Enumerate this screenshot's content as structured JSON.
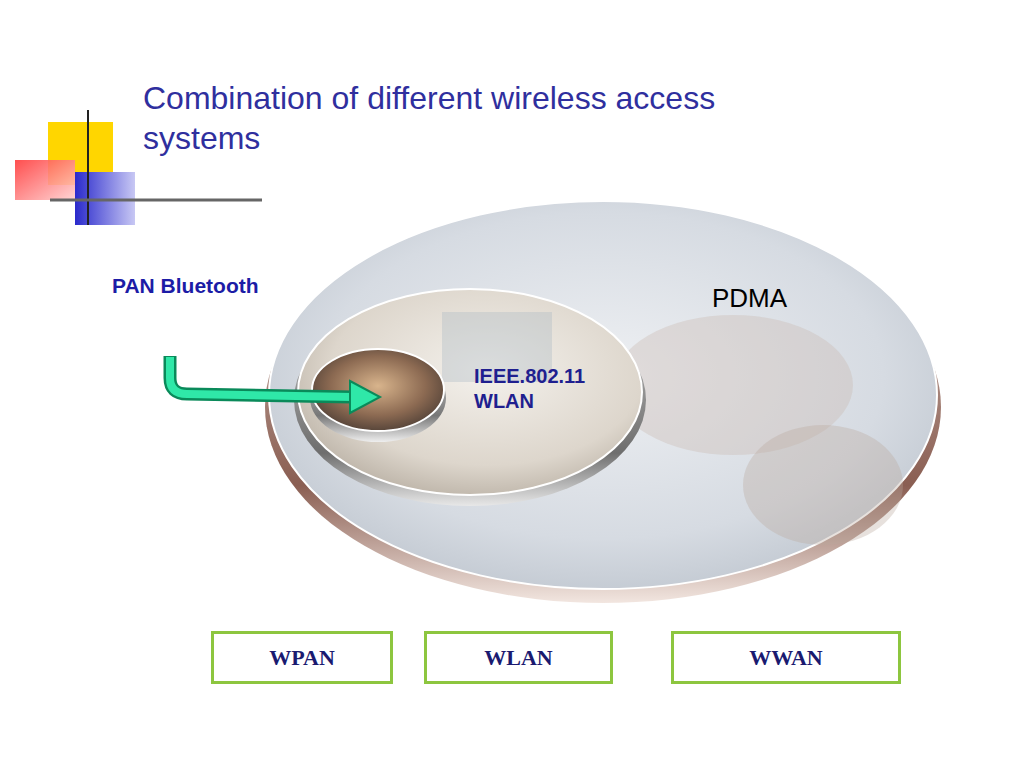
{
  "diagram": {
    "title": "Combination of different wireless access systems",
    "nodes": [
      {
        "text": [
          "PDMA"
        ]
      },
      {
        "text": [
          "IEEE.802.11 WLAN"
        ],
        "in": 0
      },
      {
        "text": [
          "WPAN"
        ]
      },
      {
        "text": [
          "WLAN"
        ]
      },
      {
        "text": [
          "WWAN"
        ]
      }
    ],
    "labels": [
      "PAN Bluetooth"
    ]
  }
}
